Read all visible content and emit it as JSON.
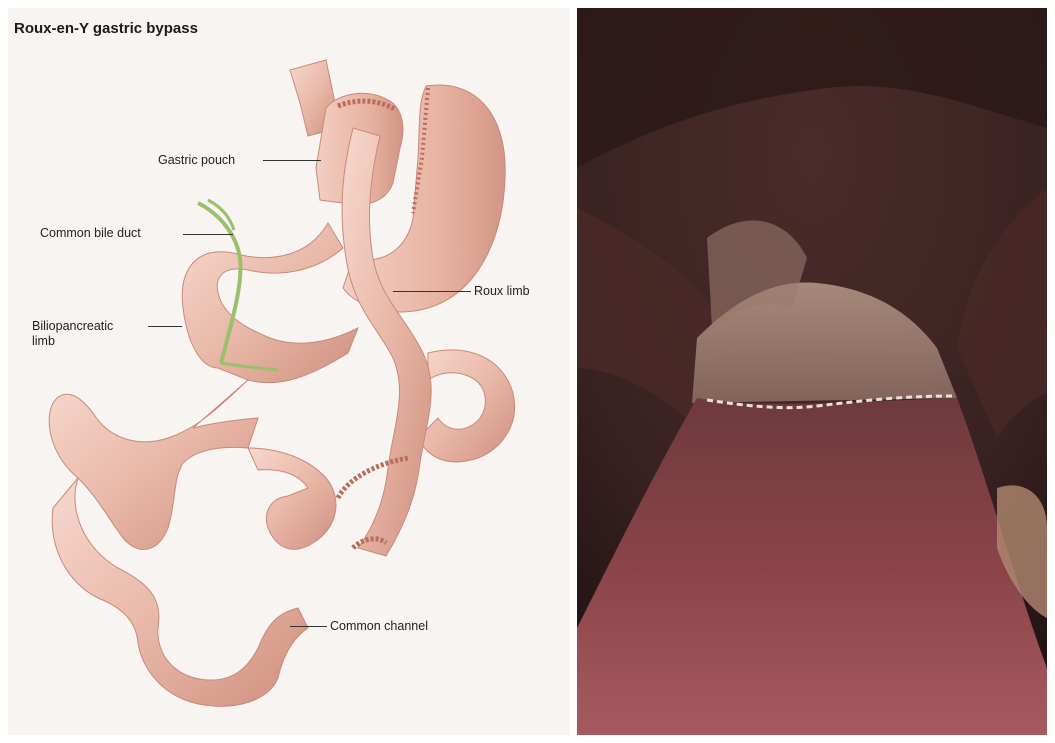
{
  "figure": {
    "title": "Roux-en-Y gastric bypass",
    "labels": {
      "gastric_pouch": "Gastric pouch",
      "common_bile_duct": "Common bile duct",
      "biliopancreatic_limb_line1": "Biliopancreatic",
      "biliopancreatic_limb_line2": "limb",
      "roux_limb": "Roux limb",
      "common_channel": "Common channel"
    }
  },
  "colors": {
    "bowel": "#e9b8a8",
    "bowel_shadow": "#cf8f7e",
    "bowel_highlight": "#f6d8cd",
    "staple": "#b96d5c",
    "bile_duct": "#9cbf6a",
    "endoscopy_mucosa": "#7a3a3e",
    "endoscopy_dark": "#2a1618"
  }
}
